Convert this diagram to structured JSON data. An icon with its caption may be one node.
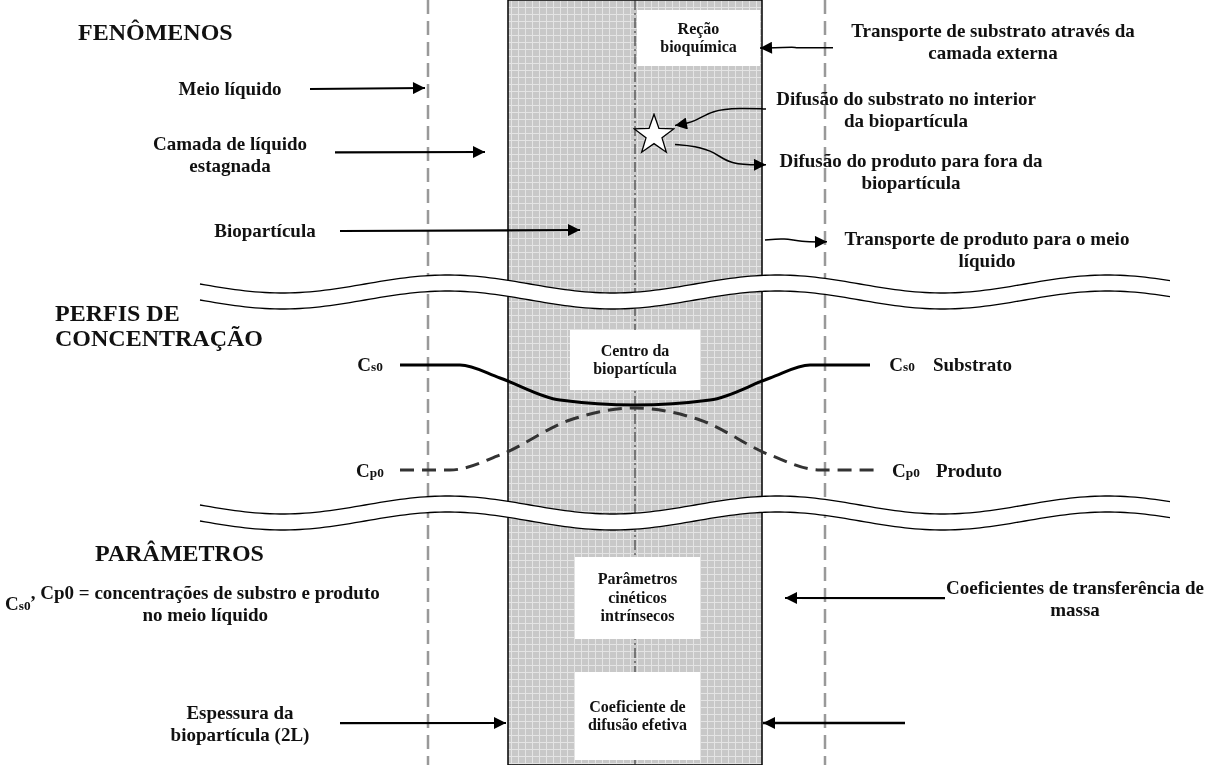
{
  "diagram": {
    "nodes": [
      {
        "text": [
          "Meio líquido"
        ]
      },
      {
        "text": [
          "Camada de líquido estagnada"
        ]
      },
      {
        "text": [
          "Biopartícula"
        ]
      },
      {
        "text": [
          "Reção bioquímica"
        ]
      },
      {
        "text": [
          "Transporte de substrato através da camada externa"
        ]
      },
      {
        "text": [
          "Difusão do substrato no interior da biopartícula"
        ]
      },
      {
        "text": [],
        "shape": "star"
      },
      {
        "text": [
          "Difusão do produto para fora da biopartícula"
        ]
      },
      {
        "text": [
          "Transporte de produto para o meio líquido"
        ]
      },
      {
        "text": [
          "Centro da biopartícula"
        ]
      },
      {
        "text": [
          "Parâmetros cinéticos intrínsecos"
        ]
      },
      {
        "text": [
          "Coeficientes de transferência de massa"
        ]
      },
      {
        "text": [
          "Coeficiente de difusão efetiva"
        ]
      },
      {
        "text": [
          "Espessura da biopartícula (2L)"
        ]
      }
    ],
    "edges": [
      {
        "from": 0,
        "to": null,
        "arrow": "to"
      },
      {
        "from": 1,
        "to": null,
        "arrow": "to"
      },
      {
        "from": 2,
        "to": null,
        "arrow": "to"
      },
      {
        "from": 4,
        "to": 3,
        "arrow": "to"
      },
      {
        "from": 5,
        "to": 6,
        "arrow": "to"
      },
      {
        "from": 6,
        "to": 7,
        "arrow": "to"
      },
      {
        "from": null,
        "to": 8,
        "arrow": "to"
      },
      {
        "from": 11,
        "to": null,
        "arrow": "to"
      },
      {
        "from": 13,
        "to": null,
        "arrow": "to"
      }
    ],
    "labels": [
      "FENÔMENOS",
      "PERFIS DE CONCENTRAÇÃO",
      "C$_{s0}$",
      "C$_{s0}$",
      "Substrato",
      "C$_{p0}$",
      "C$_{p0}$",
      "Produto",
      "PARÂMETROS",
      "C$_{s0}$, Cp0 = concentrações de substro e produto no meio líquido"
    ]
  }
}
